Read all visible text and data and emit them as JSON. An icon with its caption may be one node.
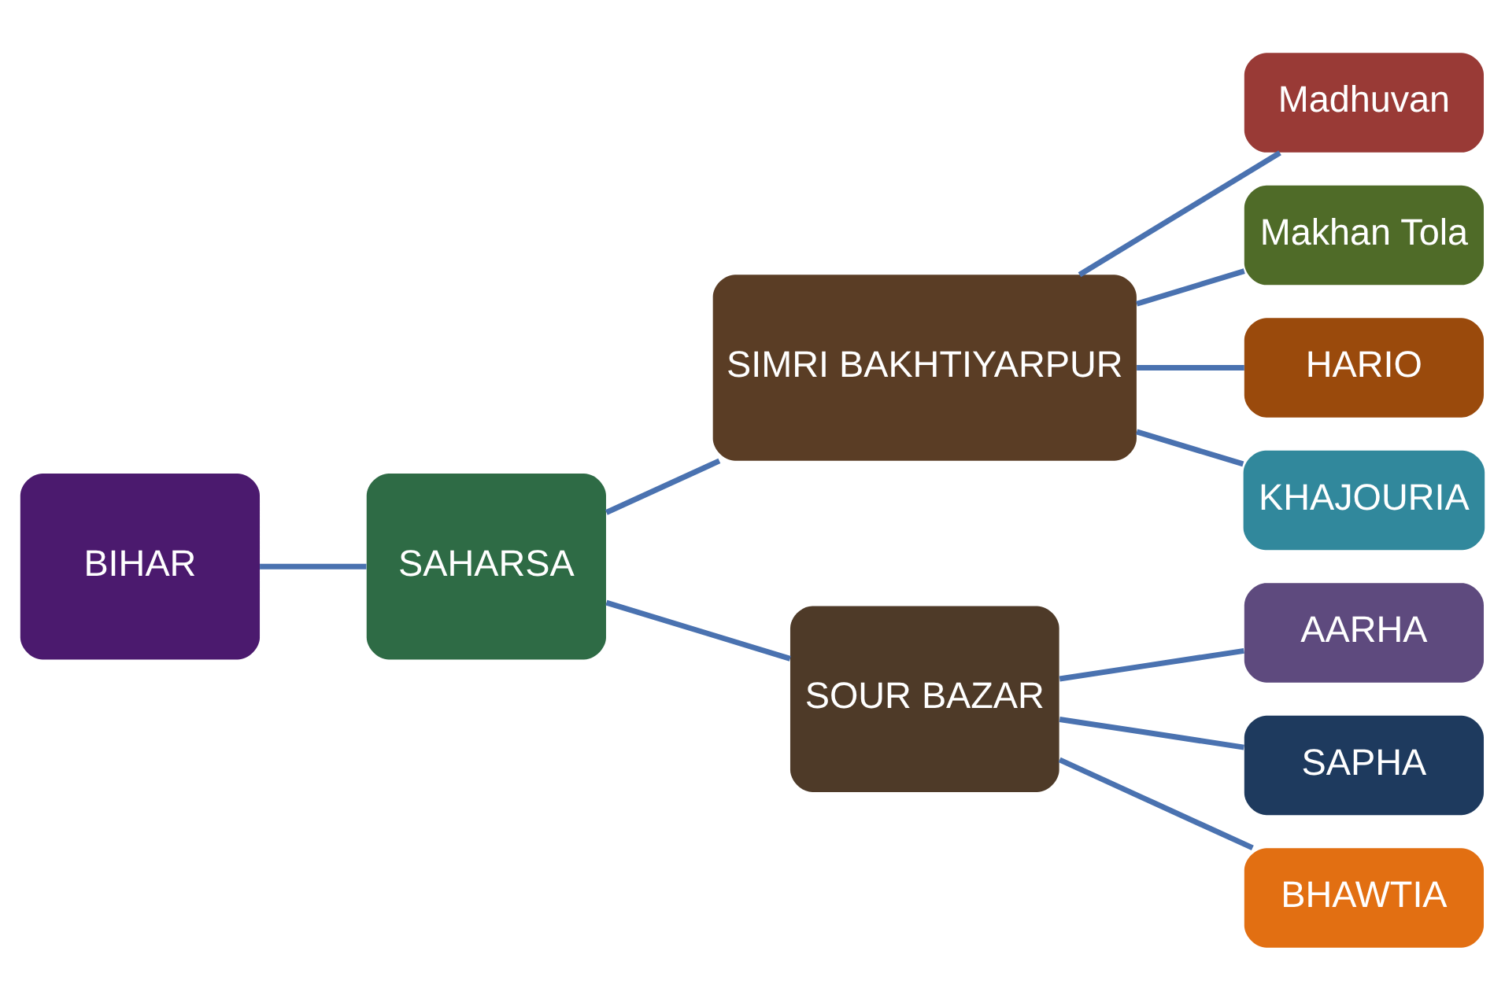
{
  "diagram": {
    "nodes": [
      {
        "text": [
          "BIHAR"
        ]
      },
      {
        "text": [
          "SAHARSA"
        ]
      },
      {
        "text": [
          "SIMRI BAKHTIYARPUR"
        ]
      },
      {
        "text": [
          "SOUR BAZAR"
        ]
      },
      {
        "text": [
          "Madhuvan"
        ]
      },
      {
        "text": [
          "Makhan Tola"
        ]
      },
      {
        "text": [
          "HARIO"
        ]
      },
      {
        "text": [
          "KHAJOURIA"
        ]
      },
      {
        "text": [
          "AARHA"
        ]
      },
      {
        "text": [
          "SAPHA"
        ]
      },
      {
        "text": [
          "BHAWTIA"
        ]
      }
    ],
    "edges": [
      {
        "from": 0,
        "to": 1,
        "arrow": "none"
      },
      {
        "from": 1,
        "to": 2,
        "arrow": "none"
      },
      {
        "from": 1,
        "to": 3,
        "arrow": "none"
      },
      {
        "from": 2,
        "to": 4,
        "arrow": "none"
      },
      {
        "from": 2,
        "to": 5,
        "arrow": "none"
      },
      {
        "from": 2,
        "to": 6,
        "arrow": "none"
      },
      {
        "from": 2,
        "to": 7,
        "arrow": "none"
      },
      {
        "from": 3,
        "to": 8,
        "arrow": "none"
      },
      {
        "from": 3,
        "to": 9,
        "arrow": "none"
      },
      {
        "from": 3,
        "to": 10,
        "arrow": "none"
      }
    ]
  }
}
